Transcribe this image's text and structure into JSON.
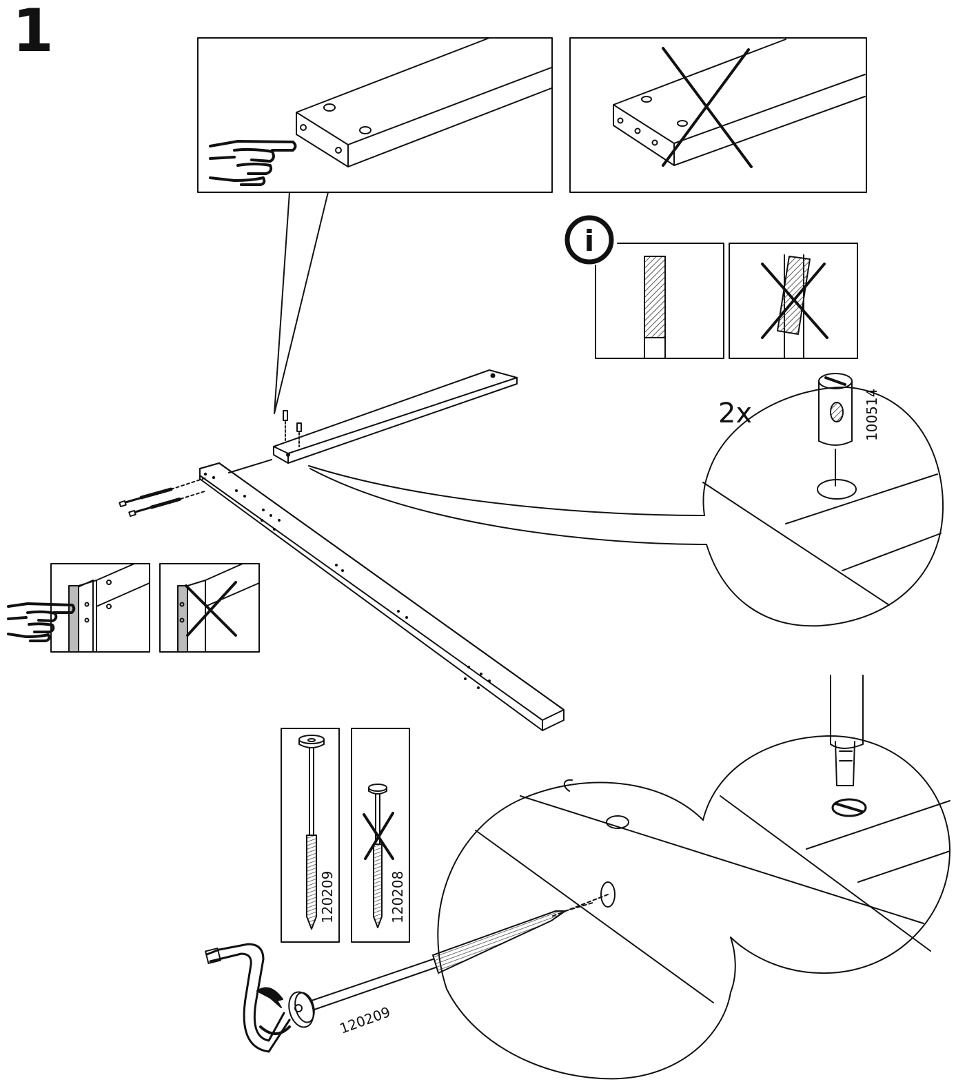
{
  "step": {
    "number": "1"
  },
  "hardware": {
    "cam_lock_part": "100514",
    "cam_lock_qty": "2x",
    "long_bolt_part": "120209",
    "short_bolt_part": "120208",
    "bolt_label": "120209"
  },
  "icons": {
    "info": "i",
    "pointing_hand": "pointing-hand-icon",
    "wrong_mark": "x-mark-icon"
  }
}
